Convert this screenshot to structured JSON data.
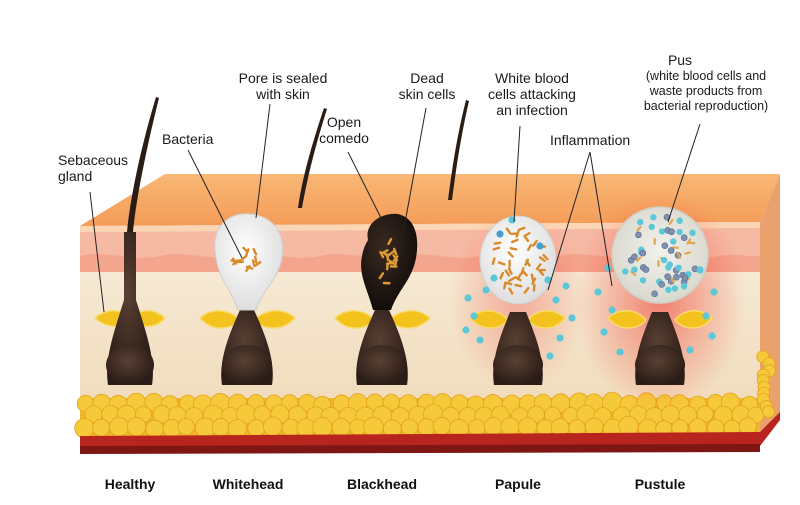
{
  "labels": {
    "sebaceous_gland": [
      "Sebaceous",
      "gland"
    ],
    "bacteria": "Bacteria",
    "pore_sealed": [
      "Pore is sealed",
      "with skin"
    ],
    "open_comedo": [
      "Open",
      "comedo"
    ],
    "dead_skin": [
      "Dead",
      "skin cells"
    ],
    "white_blood": [
      "White blood",
      "cells attacking",
      "an infection"
    ],
    "inflammation": "Inflammation",
    "pus_title": "Pus",
    "pus_detail": [
      "(white blood cells and",
      "waste products from",
      "bacterial reproduction)"
    ]
  },
  "stages": [
    "Healthy",
    "Whitehead",
    "Blackhead",
    "Papule",
    "Pustule"
  ],
  "colors": {
    "skin_top": "#f7a868",
    "skin_surface": "#fbd3a8",
    "epidermis": "#f6b39f",
    "dermis": "#f4e6cf",
    "fat": "#f2b828",
    "muscle": "#b8241e",
    "follicle": "#3b2a22",
    "sebum": "#f3c21c",
    "inflammation": "#ef3b2e"
  }
}
